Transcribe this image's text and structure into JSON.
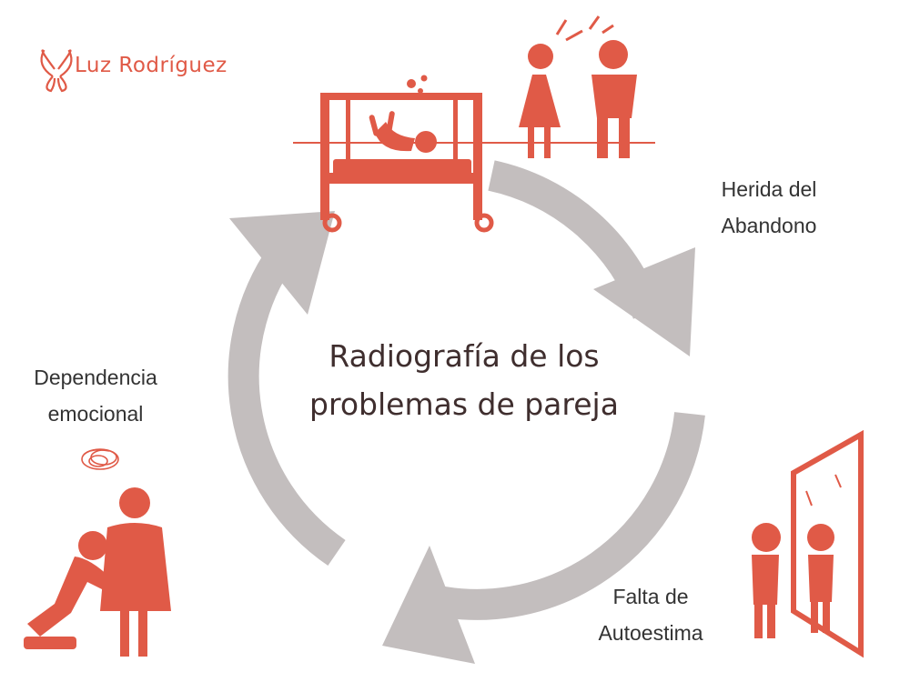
{
  "brand": {
    "name": "Luz Rodríguez",
    "icon": "butterfly-icon"
  },
  "title": {
    "line1": "Radiografía de los",
    "line2": "problemas de pareja"
  },
  "stages": [
    {
      "id": "abandono",
      "line1": "Herida del",
      "line2": "Abandono",
      "icon": "crib-baby-arguing-couple-icon"
    },
    {
      "id": "autoestima",
      "line1": "Falta de",
      "line2": "Autoestima",
      "icon": "person-mirror-icon"
    },
    {
      "id": "dependencia",
      "line1": "Dependencia",
      "line2": "emocional",
      "icon": "kneeling-person-icon"
    }
  ],
  "colors": {
    "accent": "#e05a47",
    "arrow": "#c3bebe",
    "text": "#333333",
    "title": "#3f2e2e"
  }
}
